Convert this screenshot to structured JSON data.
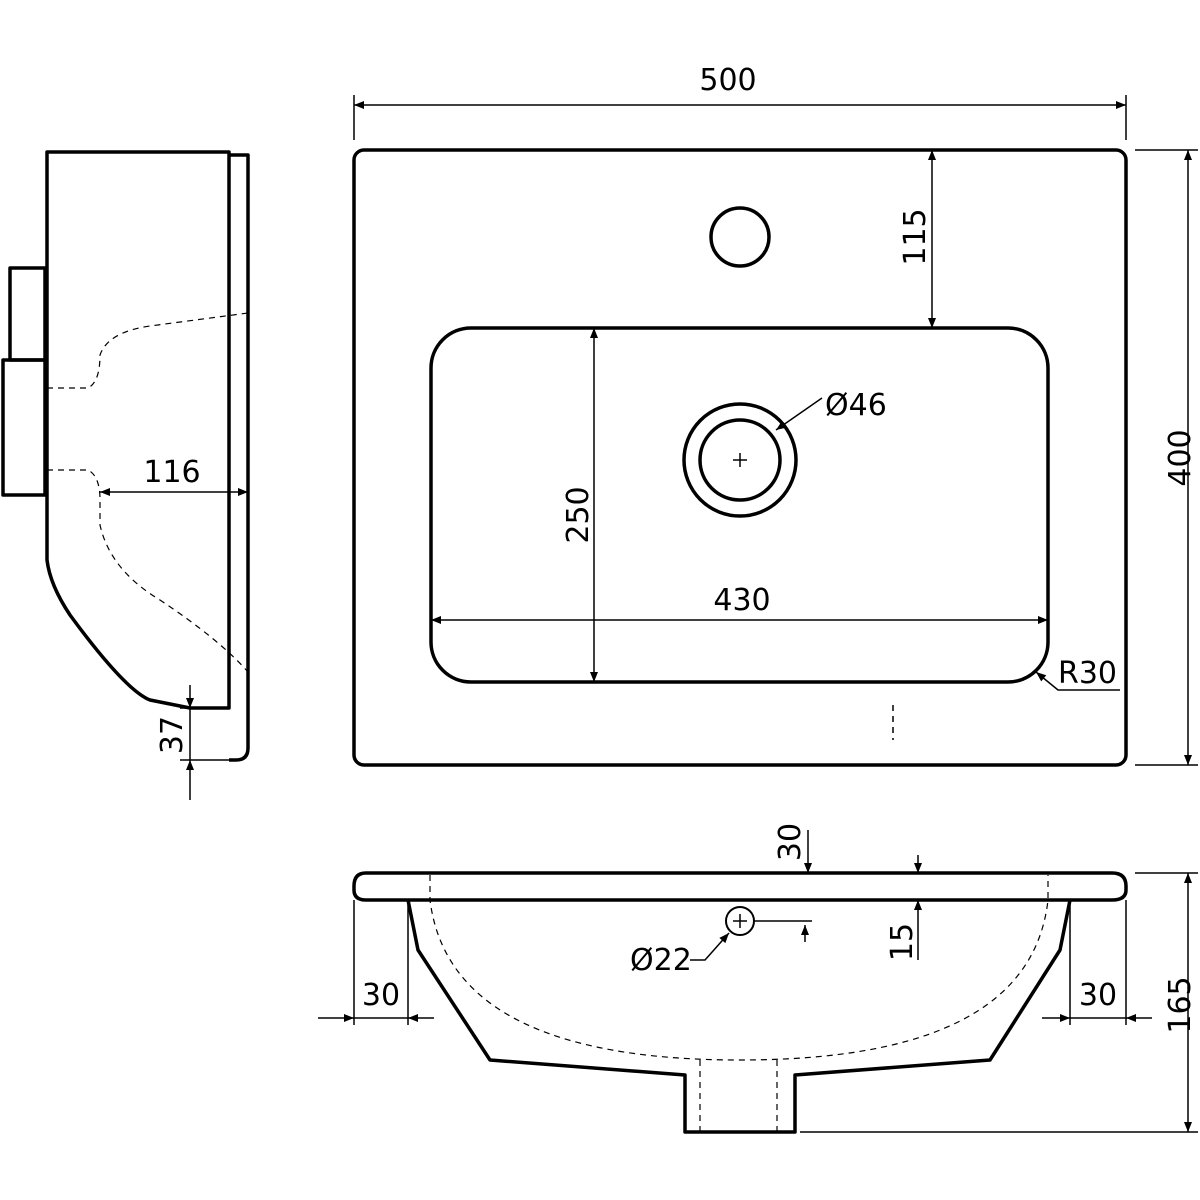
{
  "title": "Washbasin dimension drawing",
  "views": {
    "top": {
      "width_label": "500",
      "depth_label": "400",
      "tap_offset_label": "115",
      "bowl_depth_label": "250",
      "bowl_width_label": "430",
      "drain_label": "Ø46",
      "radius_label": "R30"
    },
    "side": {
      "depth_label": "116",
      "lip_label": "37"
    },
    "front": {
      "rim_label": "30",
      "overflow_offset_label": "15",
      "overflow_label": "Ø22",
      "left_margin_label": "30",
      "right_margin_label": "30",
      "height_label": "165"
    }
  }
}
